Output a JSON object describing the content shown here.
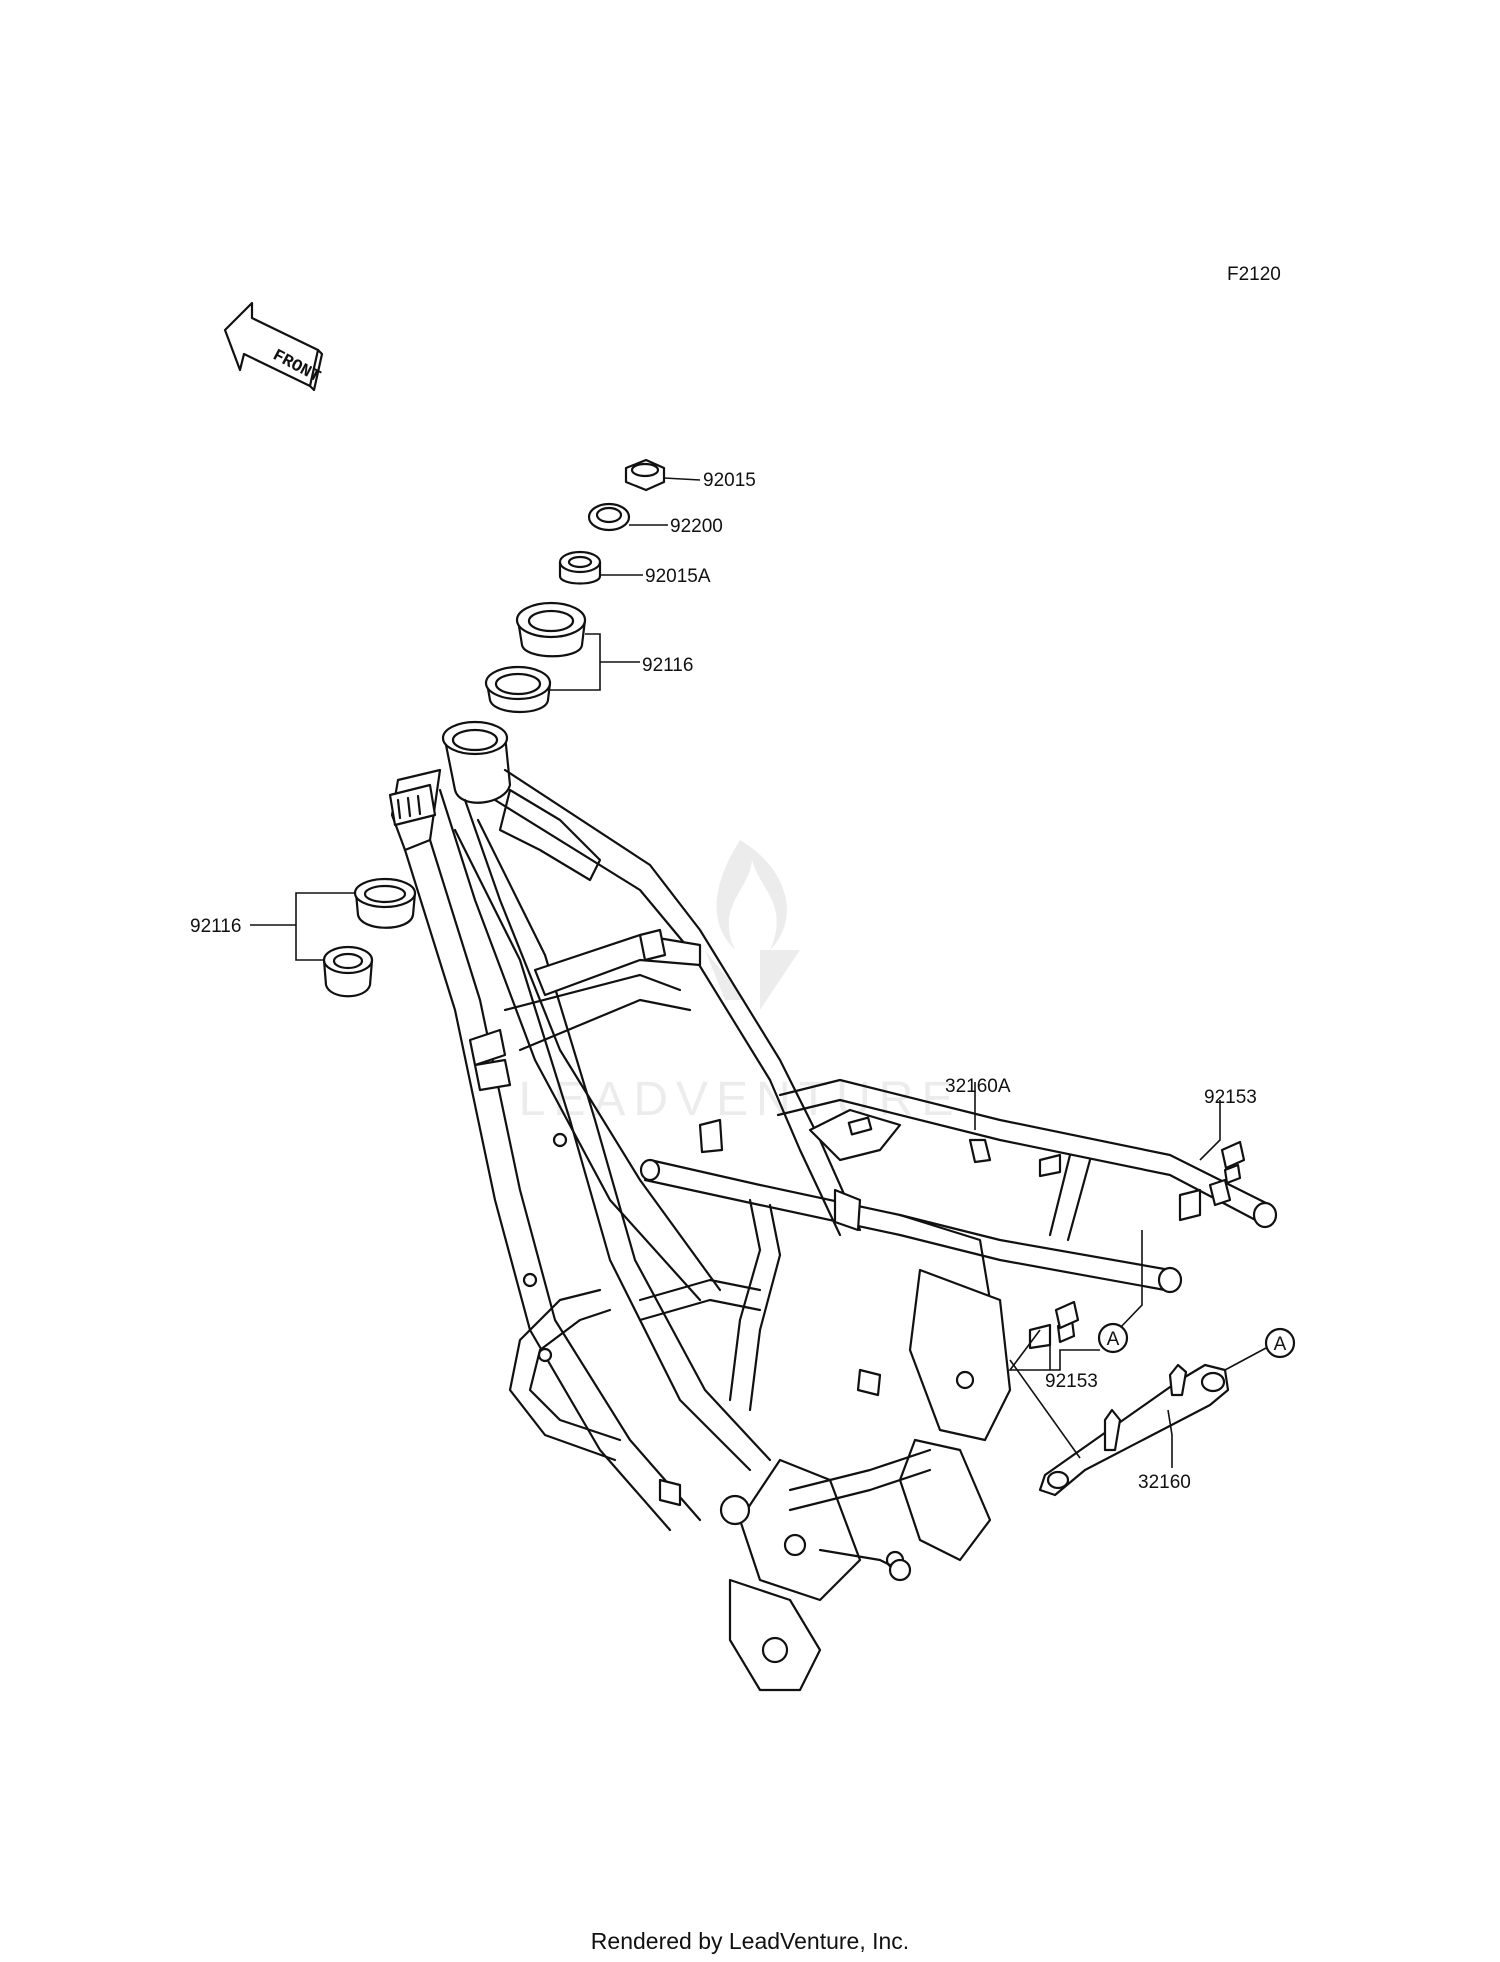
{
  "diagram": {
    "code": "F2120",
    "front_label": "FRONT",
    "watermark": "LEADVENTURE",
    "ref_marker": "A",
    "callouts": {
      "p92015": "92015",
      "p92200": "92200",
      "p92015A": "92015A",
      "p92116_top": "92116",
      "p92116_left": "92116",
      "p32160A": "32160A",
      "p92153_top": "92153",
      "p92153_bottom": "92153",
      "p32160": "32160"
    }
  },
  "footer": "Rendered by LeadVenture, Inc."
}
